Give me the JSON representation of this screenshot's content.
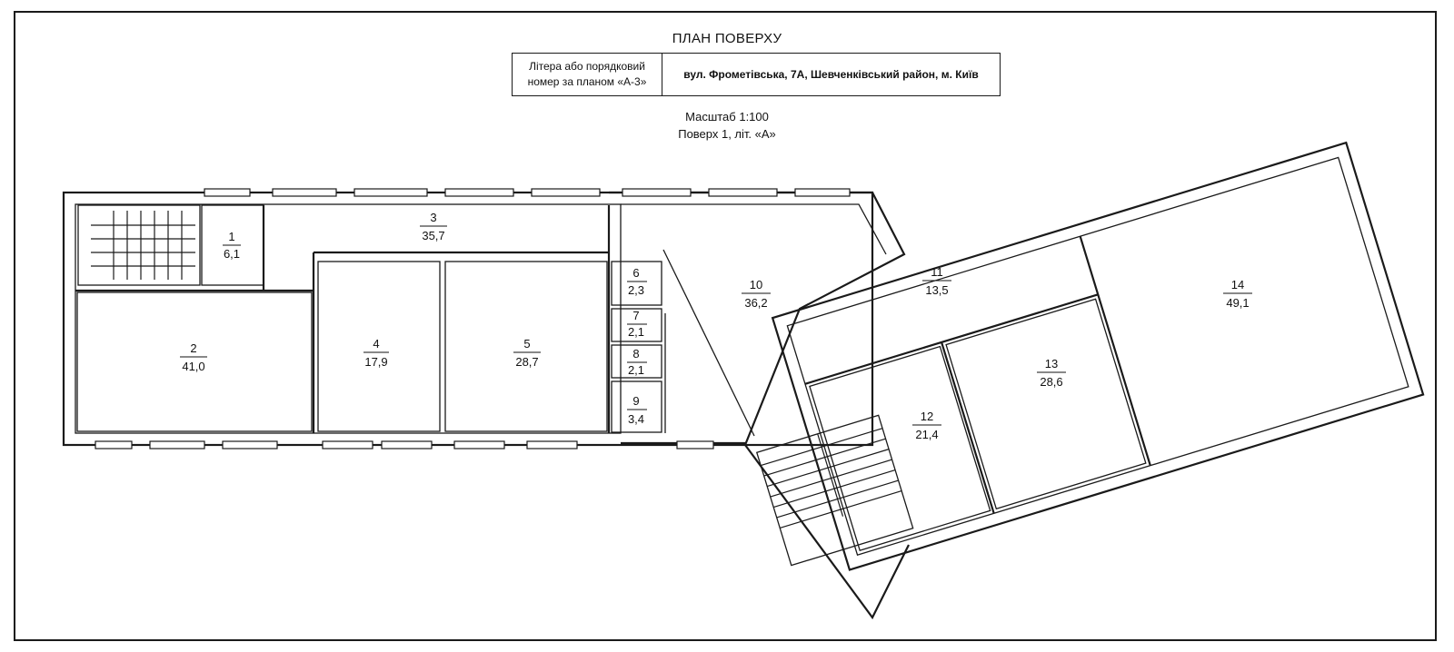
{
  "header": {
    "title": "ПЛАН ПОВЕРХУ",
    "litera_label_line1": "Літера або порядковий",
    "litera_label_line2": "номер за планом «А-3»",
    "address": "вул. Фрометівська, 7А, Шевченківський район, м. Київ",
    "scale": "Масштаб 1:100",
    "floor": "Поверх 1, літ. «А»"
  },
  "rooms": [
    {
      "number": "1",
      "area": "6,1"
    },
    {
      "number": "2",
      "area": "41,0"
    },
    {
      "number": "3",
      "area": "35,7"
    },
    {
      "number": "4",
      "area": "17,9"
    },
    {
      "number": "5",
      "area": "28,7"
    },
    {
      "number": "6",
      "area": "2,3"
    },
    {
      "number": "7",
      "area": "2,1"
    },
    {
      "number": "8",
      "area": "2,1"
    },
    {
      "number": "9",
      "area": "3,4"
    },
    {
      "number": "10",
      "area": "36,2"
    },
    {
      "number": "11",
      "area": "13,5"
    },
    {
      "number": "12",
      "area": "21,4"
    },
    {
      "number": "13",
      "area": "28,6"
    },
    {
      "number": "14",
      "area": "49,1"
    }
  ]
}
